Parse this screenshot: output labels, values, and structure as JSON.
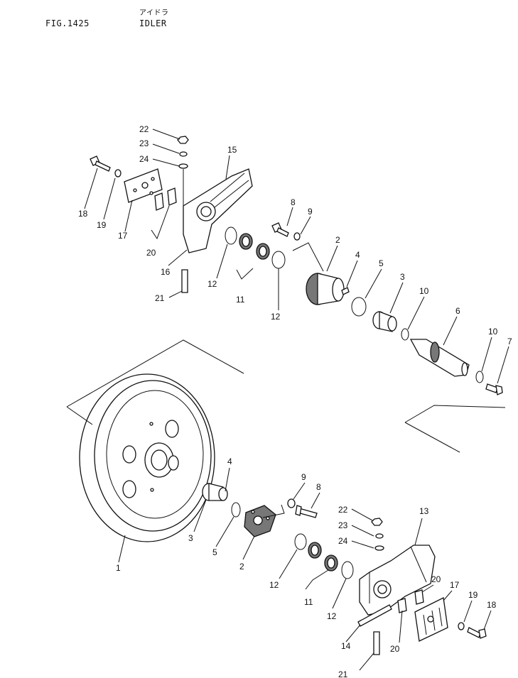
{
  "header": {
    "fig_number": "FIG.1425",
    "title_jp": "アイドラ",
    "title": "IDLER"
  },
  "callouts": [
    {
      "label": "22"
    },
    {
      "label": "23"
    },
    {
      "label": "24"
    },
    {
      "label": "15"
    },
    {
      "label": "18"
    },
    {
      "label": "19"
    },
    {
      "label": "17"
    },
    {
      "label": "20"
    },
    {
      "label": "16"
    },
    {
      "label": "21"
    },
    {
      "label": "12"
    },
    {
      "label": "11"
    },
    {
      "label": "12"
    },
    {
      "label": "8"
    },
    {
      "label": "9"
    },
    {
      "label": "2"
    },
    {
      "label": "4"
    },
    {
      "label": "5"
    },
    {
      "label": "3"
    },
    {
      "label": "10"
    },
    {
      "label": "6"
    },
    {
      "label": "10"
    },
    {
      "label": "7"
    },
    {
      "label": "1"
    },
    {
      "label": "4"
    },
    {
      "label": "3"
    },
    {
      "label": "5"
    },
    {
      "label": "2"
    },
    {
      "label": "9"
    },
    {
      "label": "8"
    },
    {
      "label": "22"
    },
    {
      "label": "13"
    },
    {
      "label": "23"
    },
    {
      "label": "24"
    },
    {
      "label": "12"
    },
    {
      "label": "11"
    },
    {
      "label": "12"
    },
    {
      "label": "20"
    },
    {
      "label": "17"
    },
    {
      "label": "19"
    },
    {
      "label": "18"
    },
    {
      "label": "14"
    },
    {
      "label": "20"
    },
    {
      "label": "21"
    }
  ]
}
